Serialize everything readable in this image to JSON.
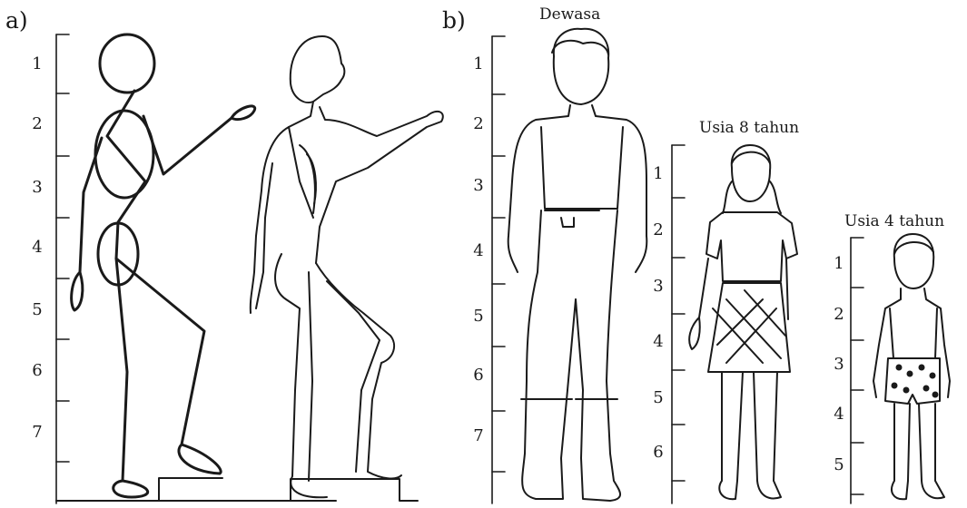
{
  "panels": {
    "a": {
      "label": "a)",
      "scale_numbers": [
        "1",
        "2",
        "3",
        "4",
        "5",
        "6",
        "7"
      ]
    },
    "b": {
      "label": "b)",
      "figures": [
        {
          "caption": "Dewasa",
          "scale_numbers": [
            "1",
            "2",
            "3",
            "4",
            "5",
            "6",
            "7"
          ]
        },
        {
          "caption": "Usia 8 tahun",
          "scale_numbers": [
            "1",
            "2",
            "3",
            "4",
            "5",
            "6"
          ]
        },
        {
          "caption": "Usia 4 tahun",
          "scale_numbers": [
            "1",
            "2",
            "3",
            "4",
            "5"
          ]
        }
      ]
    }
  }
}
